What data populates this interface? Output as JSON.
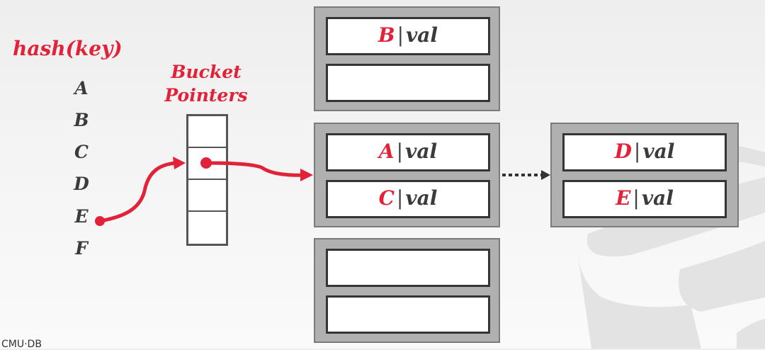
{
  "title": "hash(key)",
  "bucket_pointers_label_line1": "Bucket",
  "bucket_pointers_label_line2": "Pointers",
  "keys": [
    "A",
    "B",
    "C",
    "D",
    "E",
    "F"
  ],
  "buckets": [
    {
      "slots": [
        {
          "key": "B",
          "sep": "|",
          "val": "val"
        },
        {
          "key": "",
          "sep": "",
          "val": ""
        }
      ]
    },
    {
      "slots": [
        {
          "key": "A",
          "sep": "|",
          "val": "val"
        },
        {
          "key": "C",
          "sep": "|",
          "val": "val"
        }
      ]
    },
    {
      "slots": [
        {
          "key": "",
          "sep": "",
          "val": ""
        },
        {
          "key": "",
          "sep": "",
          "val": ""
        }
      ]
    }
  ],
  "overflow_bucket": {
    "slots": [
      {
        "key": "D",
        "sep": "|",
        "val": "val"
      },
      {
        "key": "E",
        "sep": "|",
        "val": "val"
      }
    ]
  },
  "pointer_cells": 4,
  "footer": "CMU·DB",
  "colors": {
    "accent": "#e22238",
    "text": "#3b3b3b",
    "bucket_fill": "#b0b0b0"
  }
}
